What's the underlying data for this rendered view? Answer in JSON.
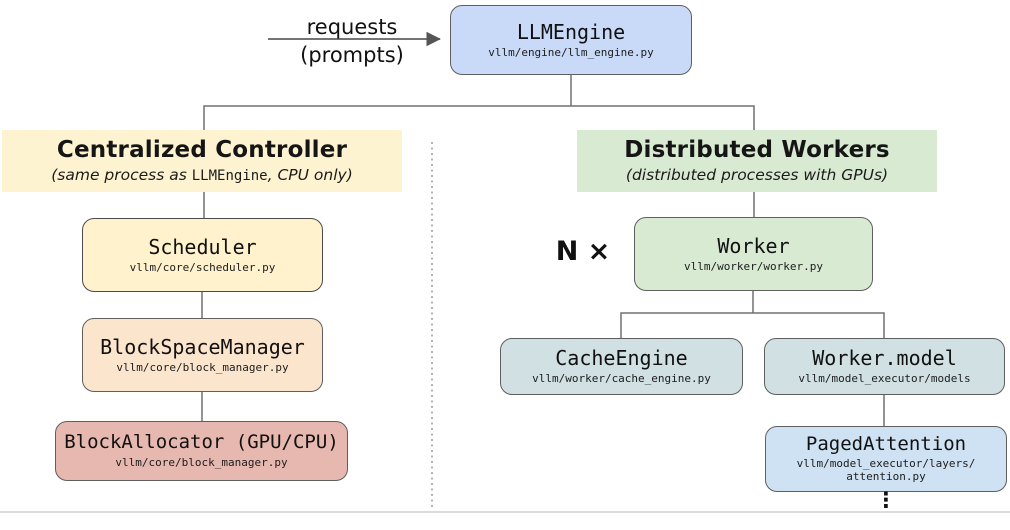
{
  "arrow": {
    "label_top": "requests",
    "label_bottom": "(prompts)"
  },
  "sections": {
    "left": {
      "title": "Centralized Controller",
      "subtitle_prefix": "(same process as ",
      "subtitle_code": "LLMEngine",
      "subtitle_suffix": ", CPU only)"
    },
    "right": {
      "title": "Distributed Workers",
      "subtitle": "(distributed processes with GPUs)"
    }
  },
  "nodes": {
    "llm_engine": {
      "title": "LLMEngine",
      "path": "vllm/engine/llm_engine.py"
    },
    "scheduler": {
      "title": "Scheduler",
      "path": "vllm/core/scheduler.py"
    },
    "block_space_manager": {
      "title": "BlockSpaceManager",
      "path": "vllm/core/block_manager.py"
    },
    "block_allocator": {
      "title": "BlockAllocator (GPU/CPU)",
      "path": "vllm/core/block_manager.py"
    },
    "worker": {
      "title": "Worker",
      "path": "vllm/worker/worker.py"
    },
    "cache_engine": {
      "title": "CacheEngine",
      "path": "vllm/worker/cache_engine.py"
    },
    "worker_model": {
      "title": "Worker.model",
      "path": "vllm/model_executor/models"
    },
    "paged_attention": {
      "title": "PagedAttention",
      "path_line1": "vllm/model_executor/layers/",
      "path_line2": "attention.py"
    }
  },
  "labels": {
    "replicas": "N ×",
    "ellipsis": "⋮"
  },
  "colors": {
    "llm_engine_fill": "#c9daf8",
    "scheduler_fill": "#fff2cc",
    "block_space_manager_fill": "#fce5cd",
    "block_allocator_fill": "#e6b8af",
    "worker_fill": "#d9ead3",
    "cache_engine_fill": "#d0e0e3",
    "worker_model_fill": "#d0e0e3",
    "paged_attention_fill": "#cfe2f3",
    "left_header_fill": "#fdf3d0",
    "right_header_fill": "#d9ead3",
    "connector_line": "#707070"
  }
}
